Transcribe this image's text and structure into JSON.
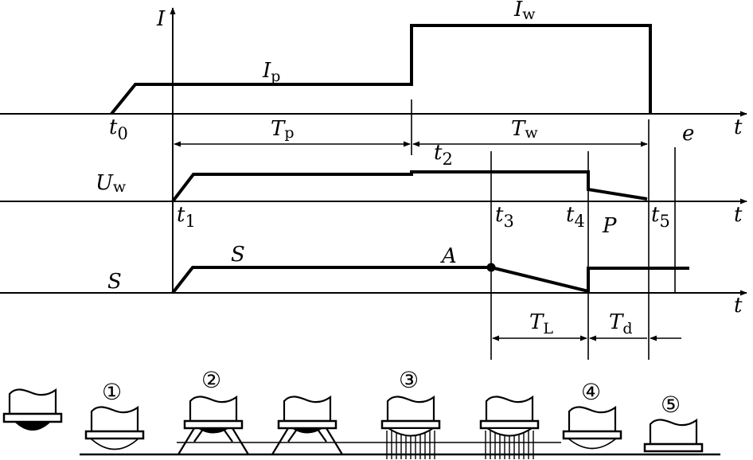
{
  "labels": {
    "I": "I",
    "Iw": "I",
    "Iw_sub": "w",
    "Ip": "I",
    "Ip_sub": "p",
    "t0": "t",
    "t0_sub": "0",
    "Tp": "T",
    "Tp_sub": "p",
    "Tw": "T",
    "Tw_sub": "w",
    "t_axis1": "t",
    "e": "e",
    "t2": "t",
    "t2_sub": "2",
    "Uw": "U",
    "Uw_sub": "w",
    "t1": "t",
    "t1_sub": "1",
    "t3": "t",
    "t3_sub": "3",
    "t4": "t",
    "t4_sub": "4",
    "P": "P",
    "t5": "t",
    "t5_sub": "5",
    "t_axis2": "t",
    "S_curve": "S",
    "A": "A",
    "S_axis": "S",
    "t_axis3": "t",
    "TL": "T",
    "TL_sub": "L",
    "Td": "T",
    "Td_sub": "d"
  },
  "stages": {
    "s1": "①",
    "s2": "②",
    "s3": "③",
    "s4": "④",
    "s5": "⑤"
  }
}
